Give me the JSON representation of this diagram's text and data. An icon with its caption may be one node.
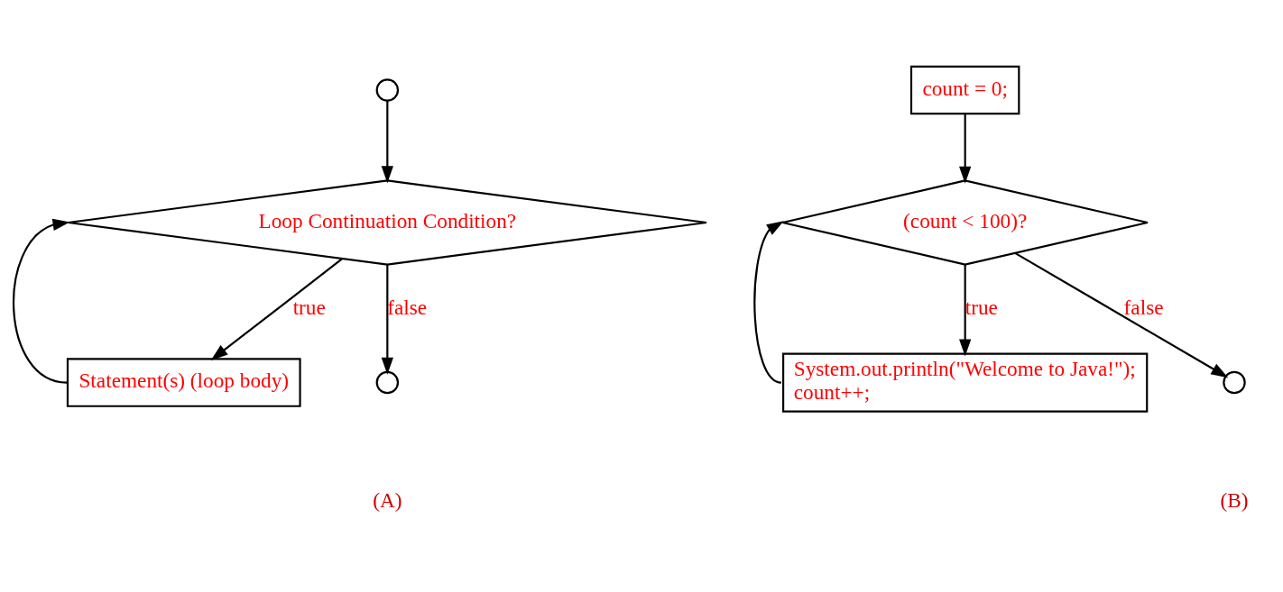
{
  "diagram": {
    "nodes": [
      {
        "text": [],
        "shape": "circle"
      },
      {
        "text": [
          "Loop Continuation Condition?"
        ]
      },
      {
        "text": [
          "Statement(s) (loop body)"
        ]
      },
      {
        "text": [],
        "shape": "circle"
      },
      {
        "text": [
          "count = 0;"
        ]
      },
      {
        "text": [
          "(count < 100)?"
        ]
      },
      {
        "text": [
          "System.out.println(\"Welcome to Java!\");",
          "count++;"
        ]
      },
      {
        "text": [],
        "shape": "circle"
      }
    ],
    "edges": [
      {
        "from": 0,
        "to": 1,
        "arrow": "to"
      },
      {
        "from": 1,
        "to": 2,
        "arrow": "to",
        "label": "true"
      },
      {
        "from": 2,
        "to": 1,
        "arrow": "to"
      },
      {
        "from": 1,
        "to": 3,
        "arrow": "to",
        "label": "false"
      },
      {
        "from": 4,
        "to": 5,
        "arrow": "to"
      },
      {
        "from": 5,
        "to": 6,
        "arrow": "to",
        "label": "true"
      },
      {
        "from": 6,
        "to": 5,
        "arrow": "to"
      },
      {
        "from": 5,
        "to": 7,
        "arrow": "to",
        "label": "false"
      }
    ],
    "labels": [
      "(A)",
      "(B)"
    ]
  }
}
